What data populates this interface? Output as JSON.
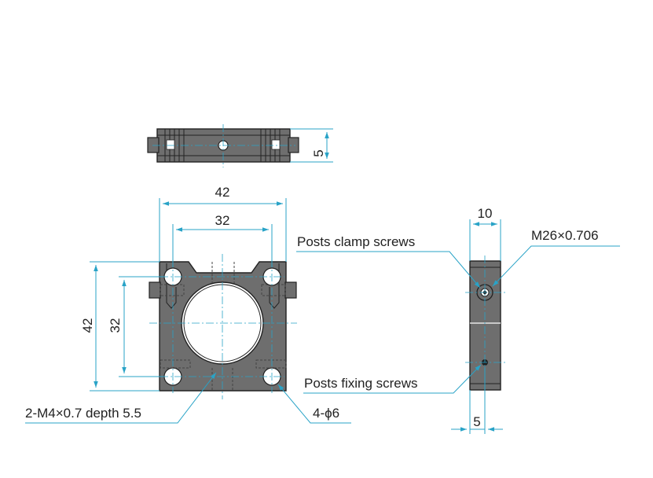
{
  "colors": {
    "dimension_line": "#29a3c7",
    "body_fill": "#6e6e6e",
    "body_edge": "#222222",
    "bore_fill": "#ffffff",
    "text": "#222222"
  },
  "dimensions": {
    "top_thickness": "5",
    "front_outer_width": "42",
    "front_hole_pitch_width": "32",
    "front_outer_height": "42",
    "front_hole_pitch_height": "32",
    "side_width": "10",
    "side_screw_offset": "5"
  },
  "callouts": {
    "posts_clamp_screws": "Posts clamp screws",
    "thread": "M26×0.706",
    "posts_fixing_screws": "Posts fixing screws",
    "tapped_holes": "2-M4×0.7 depth 5.5",
    "through_holes": "4-ϕ6"
  }
}
